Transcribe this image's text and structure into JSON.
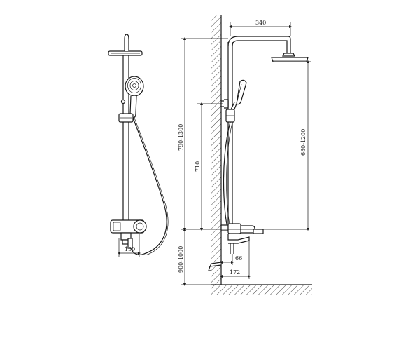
{
  "dimensions": {
    "top_width": "340",
    "total_height": "790-1300",
    "slide_height": "710",
    "head_height": "680-1200",
    "floor_height": "900-1000",
    "spout_depth": "66",
    "spout_reach": "172",
    "front_spacing": "150"
  },
  "colors": {
    "line": "#1a1a1a",
    "background": "#ffffff"
  }
}
